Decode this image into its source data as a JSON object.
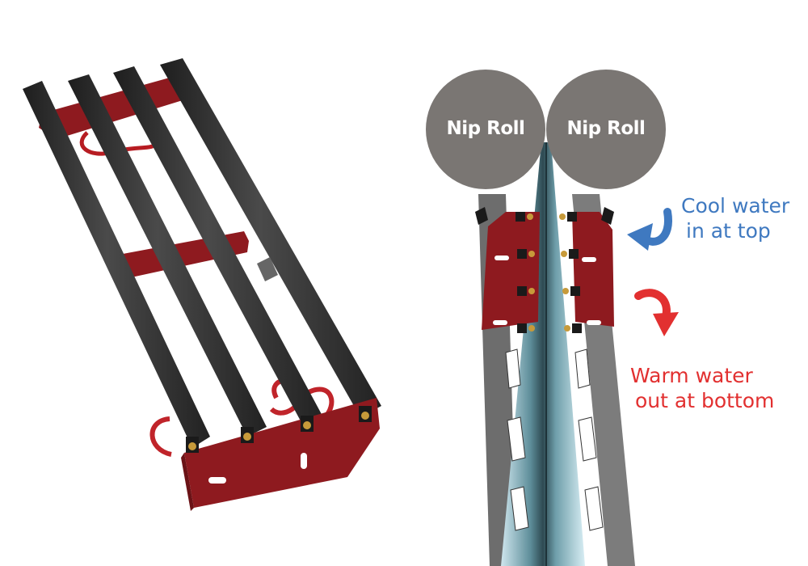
{
  "labels": {
    "nip_roll_left": "Nip Roll",
    "nip_roll_right": "Nip Roll",
    "cool_line1": "Cool water",
    "cool_line2": "in at top",
    "warm_line1": "Warm water",
    "warm_line2": "out at bottom"
  },
  "colors": {
    "cool": "#3f79c0",
    "warm": "#e23030",
    "roll": "#7a7673",
    "frame": "#8e1a1f",
    "tube": "#2f2f2f"
  }
}
